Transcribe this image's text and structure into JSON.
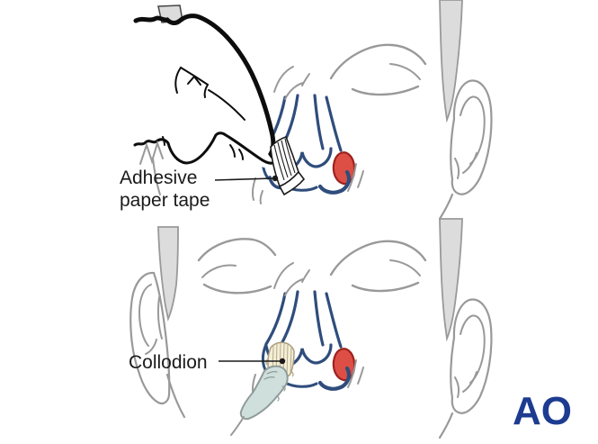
{
  "illustration": {
    "type": "medical-diagram",
    "panels": {
      "top": {
        "annotation": {
          "line1": "Adhesive",
          "line2": "paper tape"
        },
        "depicts": "hand applying adhesive paper tape to nose"
      },
      "bottom": {
        "annotation": {
          "text": "Collodion"
        },
        "depicts": "gloved finger applying collodion patch to nose"
      }
    },
    "logo": {
      "text": "AO",
      "color": "#1d3c90"
    },
    "colors": {
      "background": "#ffffff",
      "face_outline": "#999999",
      "nose_blue": "#2f4d7c",
      "injury_red": "#dd4f45",
      "injury_red_outline": "#9e211e",
      "hand_outline": "#0d0d0d",
      "collodion_cream": "#f4eed6",
      "collodion_stripe": "#b5ab8c",
      "glove_teal": "#cfe0dc",
      "strap_gray": "#dcdcdc",
      "label_text": "#1a1a1a"
    }
  }
}
